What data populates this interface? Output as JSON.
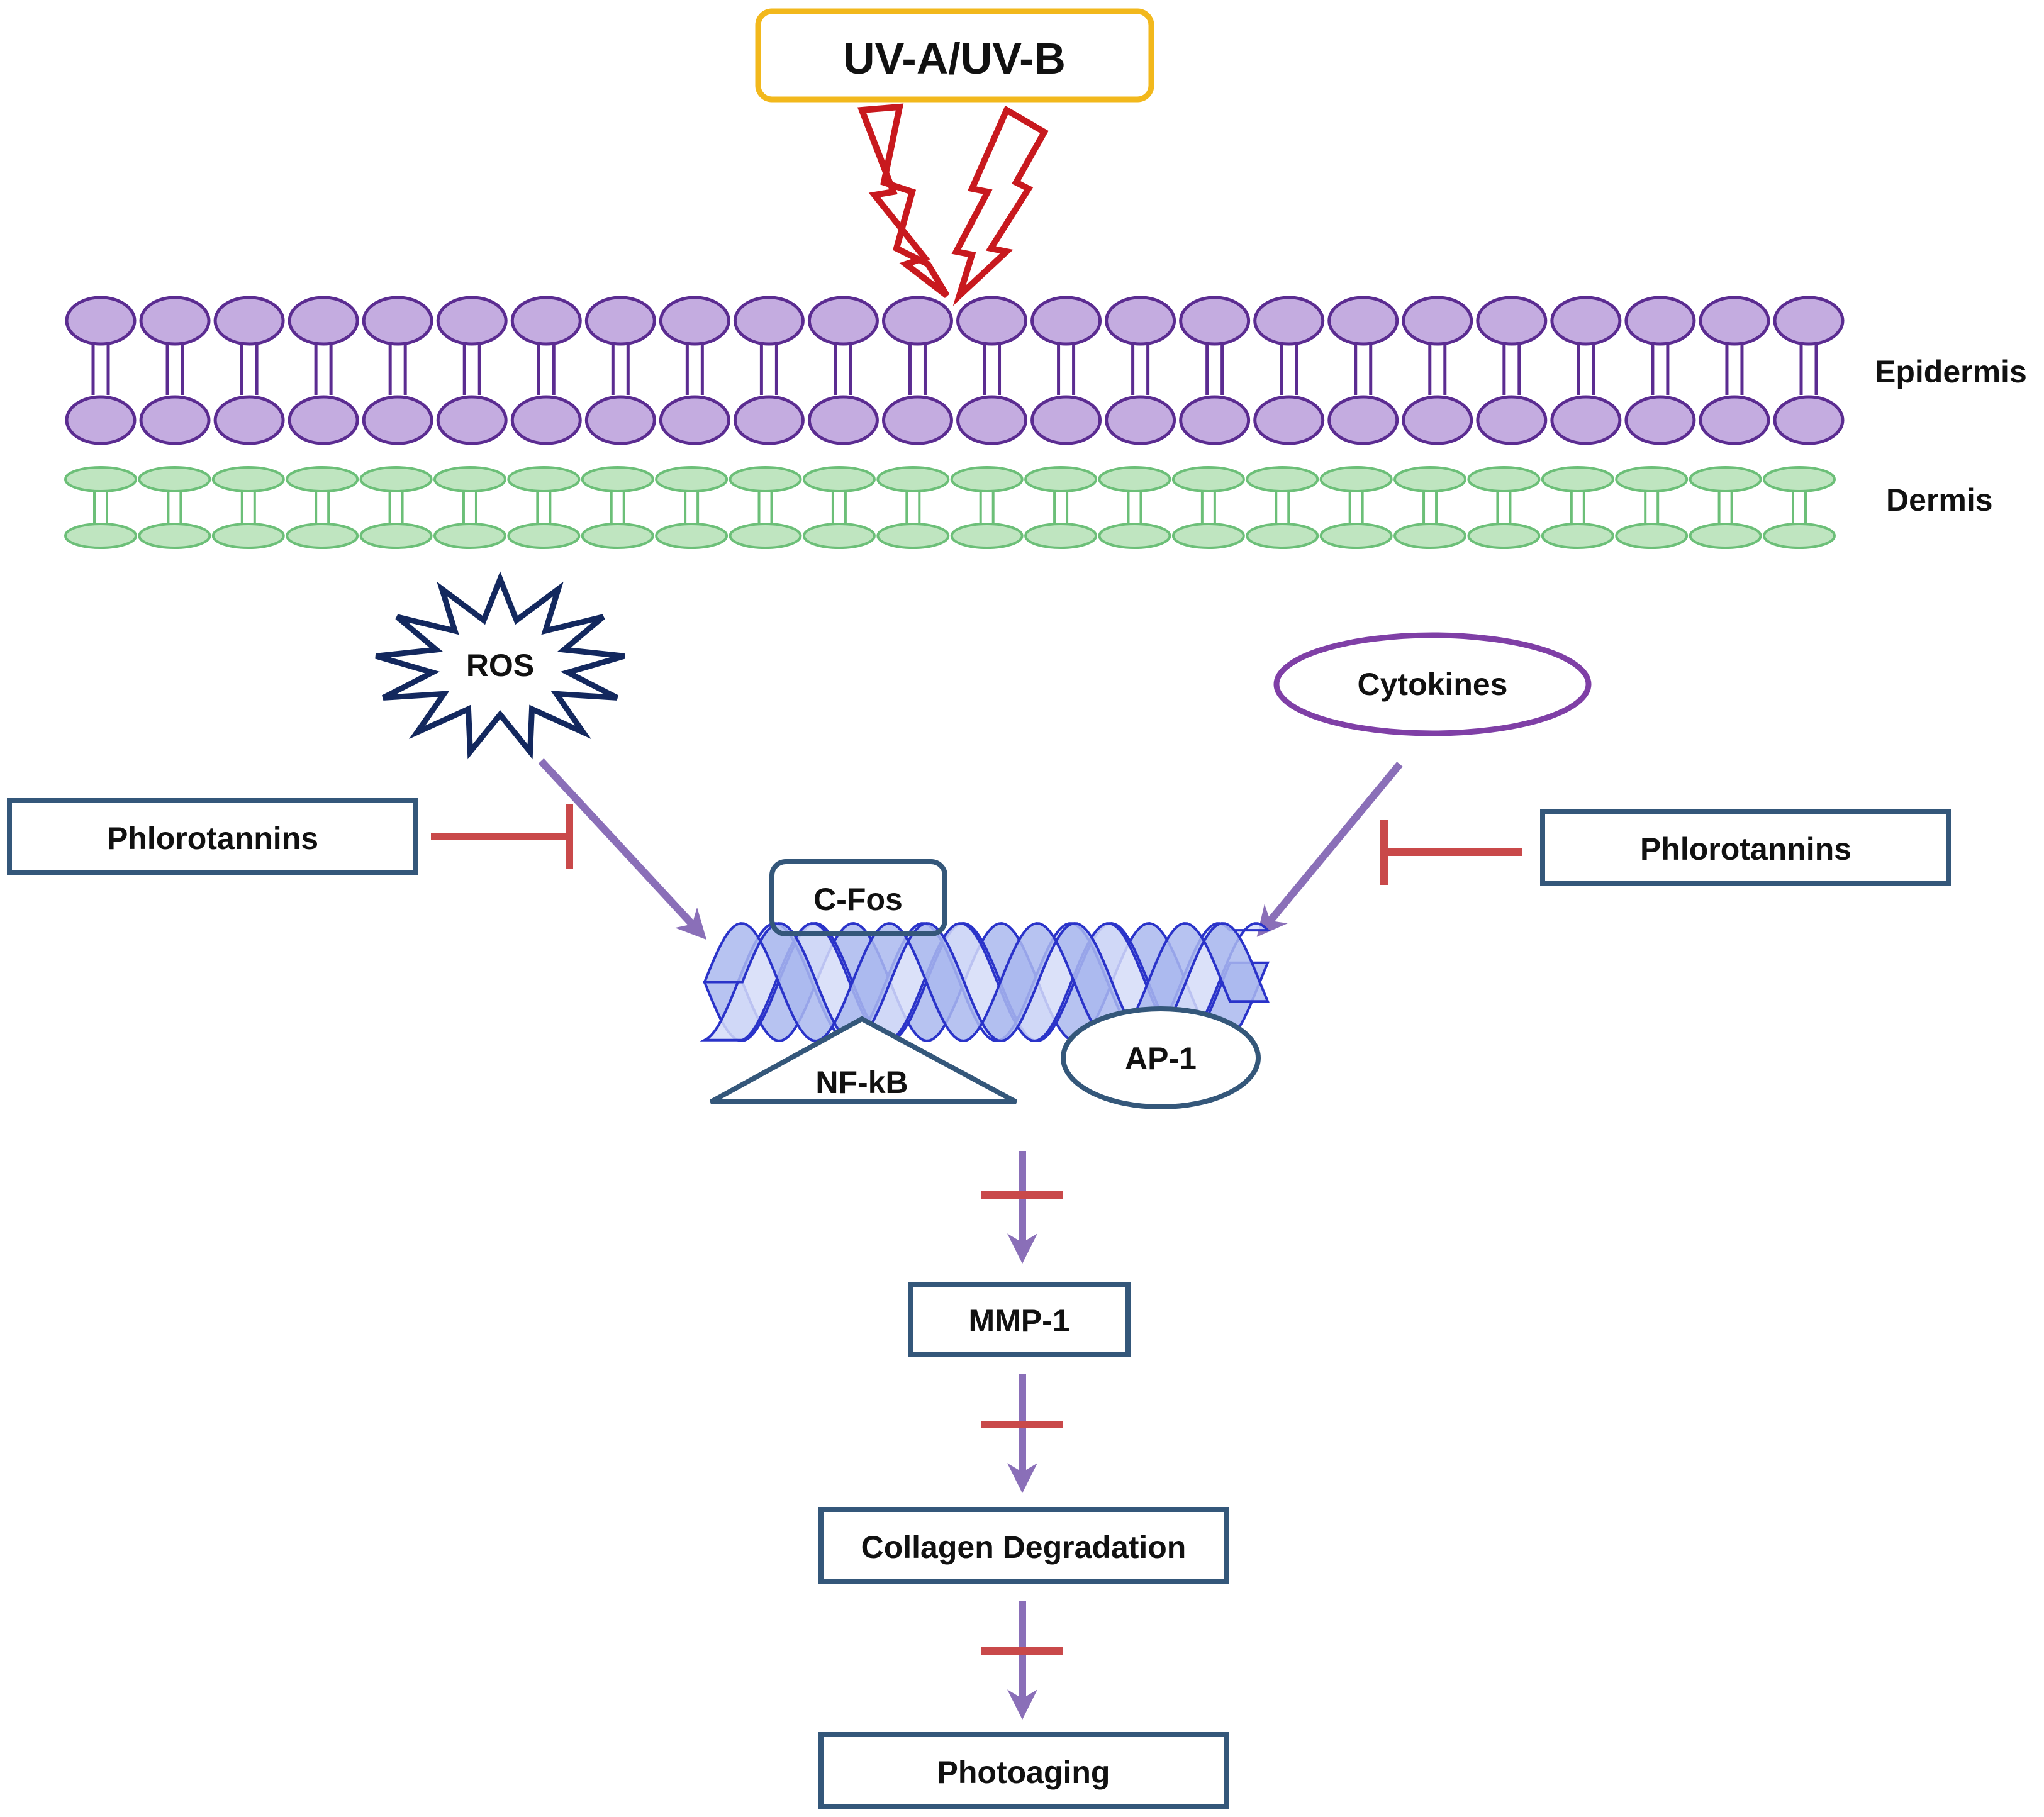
{
  "labels": {
    "uv": "UV-A/UV-B",
    "epidermis": "Epidermis",
    "dermis": "Dermis",
    "ros": "ROS",
    "cytokines": "Cytokines",
    "phlorotannins_left": "Phlorotannins",
    "phlorotannins_right": "Phlorotannins",
    "cfos": "C-Fos",
    "nfkb": "NF-kB",
    "ap1": "AP-1",
    "mmp1": "MMP-1",
    "collagen": "Collagen Degradation",
    "photoaging": "Photoaging"
  },
  "colors": {
    "uv_box_border": "#f2b81c",
    "lightning": "#c8191e",
    "epidermis_fill": "#c4ace0",
    "epidermis_stroke": "#5b2c91",
    "dermis_fill": "#bfe5c0",
    "dermis_stroke": "#6cbf78",
    "ros_stroke": "#13285e",
    "cytokine_stroke": "#7f3fa6",
    "box_border": "#34577a",
    "arrow": "#8a6fb8",
    "inhibit": "#c9494a",
    "dna_fill": "#aab8ef",
    "dna_stroke": "#2a33c9"
  },
  "layers": {
    "epidermis_cells": 24,
    "dermis_cells": 24
  }
}
